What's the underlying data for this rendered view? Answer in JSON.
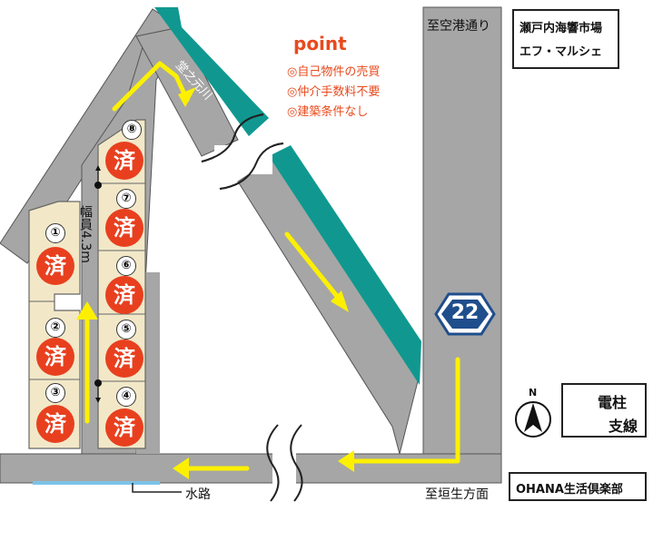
{
  "labels": {
    "to_airport_road": "至空港通り",
    "to_kakio": "至垣生方面",
    "river": "堂之元川",
    "road_width": "幅員4.3m",
    "waterway": "水路",
    "route_number": "22"
  },
  "landmarks": {
    "market_line1": "瀬戸内海響市場",
    "market_line2": "エフ・マルシェ",
    "club": "OHANA生活倶楽部"
  },
  "point": {
    "title": "point",
    "items": [
      "◎自己物件の売買",
      "◎仲介手数料不要",
      "◎建築条件なし"
    ]
  },
  "legend": {
    "north": "N",
    "pole": "電柱",
    "branch_line": "支線"
  },
  "lots": [
    {
      "number": "①",
      "status": "済"
    },
    {
      "number": "②",
      "status": "済"
    },
    {
      "number": "③",
      "status": "済"
    },
    {
      "number": "④",
      "status": "済"
    },
    {
      "number": "⑤",
      "status": "済"
    },
    {
      "number": "⑥",
      "status": "済"
    },
    {
      "number": "⑦",
      "status": "済"
    },
    {
      "number": "⑧",
      "status": "済"
    }
  ],
  "colors": {
    "road": "#a6a6a6",
    "river": "#109890",
    "lot": "#f2e8c8",
    "arrow": "#fcf000",
    "sold": "#e8401f",
    "route_sign": "#1f4e8c"
  }
}
